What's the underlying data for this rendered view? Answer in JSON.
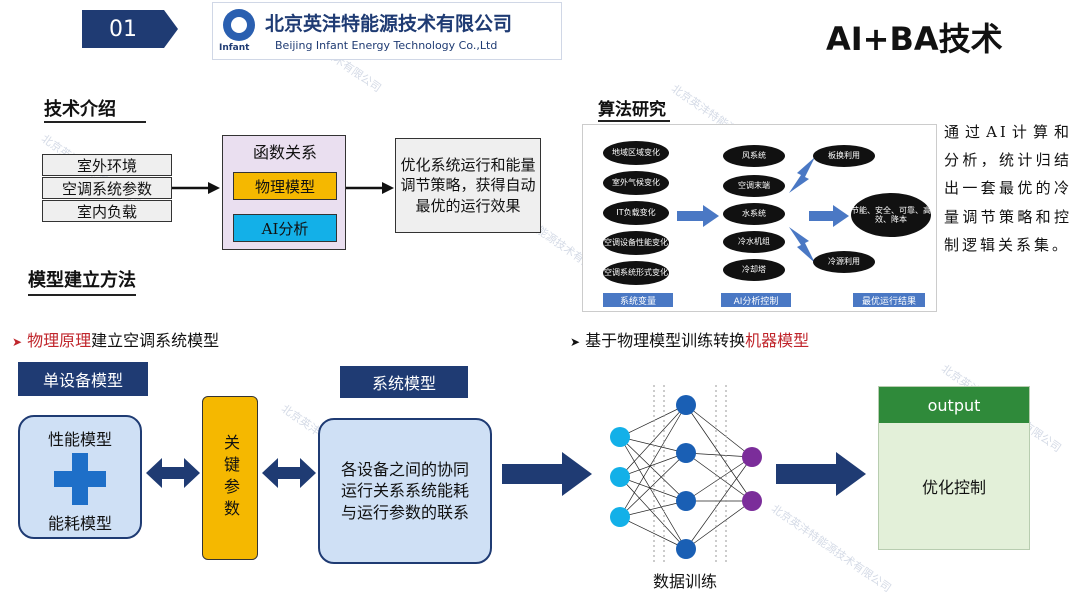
{
  "header": {
    "badge_number": "01",
    "company_cn": "北京英沣特能源技术有限公司",
    "company_en": "Beijing Infant Energy Technology Co.,Ltd",
    "logo_text": "Infant",
    "slide_title": "AI+BA技术"
  },
  "tech_intro": {
    "title": "技术介绍",
    "inputs": [
      "室外环境",
      "空调系统参数",
      "室内负载"
    ],
    "function_title": "函数关系",
    "physical_model": "物理模型",
    "ai_analysis": "AI分析",
    "result": "优化系统运行和能量调节策略，获得自动最优的运行效果"
  },
  "algorithm": {
    "title": "算法研究",
    "left_pills": [
      "地域区域变化",
      "室外气候变化",
      "IT负载变化",
      "空调设备性能变化",
      "空调系统形式变化"
    ],
    "mid_pills": [
      "风系统",
      "空调末端",
      "水系统",
      "冷水机组",
      "冷却塔"
    ],
    "right_top": "板换利用",
    "right_mid": "节能、安全、可靠、高效、降本",
    "right_bottom": "冷源利用",
    "tags": [
      "系统变量",
      "AI分析控制",
      "最优运行结果"
    ],
    "summary": "通过AI计算和分析，统计归结出一套最优的冷量调节策略和控制逻辑关系集。"
  },
  "model_method": {
    "title": "模型建立方法",
    "bullet1_red": "物理原理",
    "bullet1_rest": "建立空调系统模型",
    "bullet2_black": "基于物理模型训练转换",
    "bullet2_red": "机器模型",
    "single_device_title": "单设备模型",
    "performance_model": "性能模型",
    "energy_model": "能耗模型",
    "key_params": "关键参数",
    "system_model_title": "系统模型",
    "system_model_text": "各设备之间的协同运行关系系统能耗与运行参数的联系",
    "data_training": "数据训练",
    "output_label": "output",
    "optimize_control": "优化控制"
  },
  "colors": {
    "navy": "#1f3b73",
    "red": "#c0262c",
    "orange": "#f5b800",
    "cyan": "#13b0e8",
    "light_blue": "#cfe0f5",
    "purple": "#7b2d9a",
    "node_blue": "#1a5fb4",
    "output_green": "#2f8a3a"
  }
}
